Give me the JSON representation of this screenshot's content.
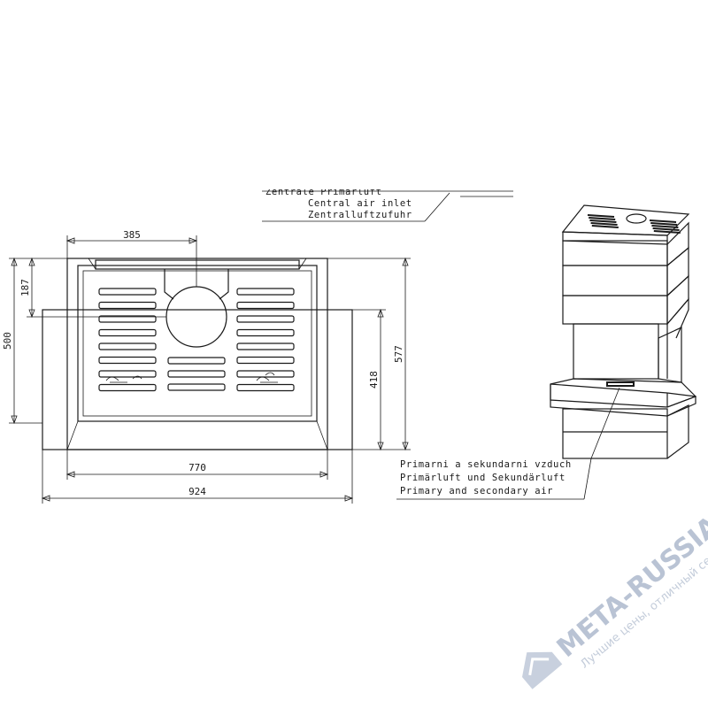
{
  "dimensions": {
    "top_width": "385",
    "left_inner_height": "187",
    "left_total_height": "500",
    "right_inner_height": "418",
    "right_total_height": "577",
    "bottom_inner_width": "770",
    "bottom_total_width": "924"
  },
  "callouts": {
    "central_air": {
      "line1_partial": "Zentrale Primärluft",
      "line2": "Central air inlet",
      "line3": "Zentralluftzufuhr"
    },
    "primary_secondary": {
      "line1": "Primarni a sekundarni vzduch",
      "line2": "Primärluft und Sekundärluft",
      "line3": "Primary and secondary air"
    }
  },
  "watermark": {
    "brand": "META-RUSSIA.RU",
    "tagline": "Лучшие цены, отличный сервис!",
    "color": "#b9c3d4"
  }
}
